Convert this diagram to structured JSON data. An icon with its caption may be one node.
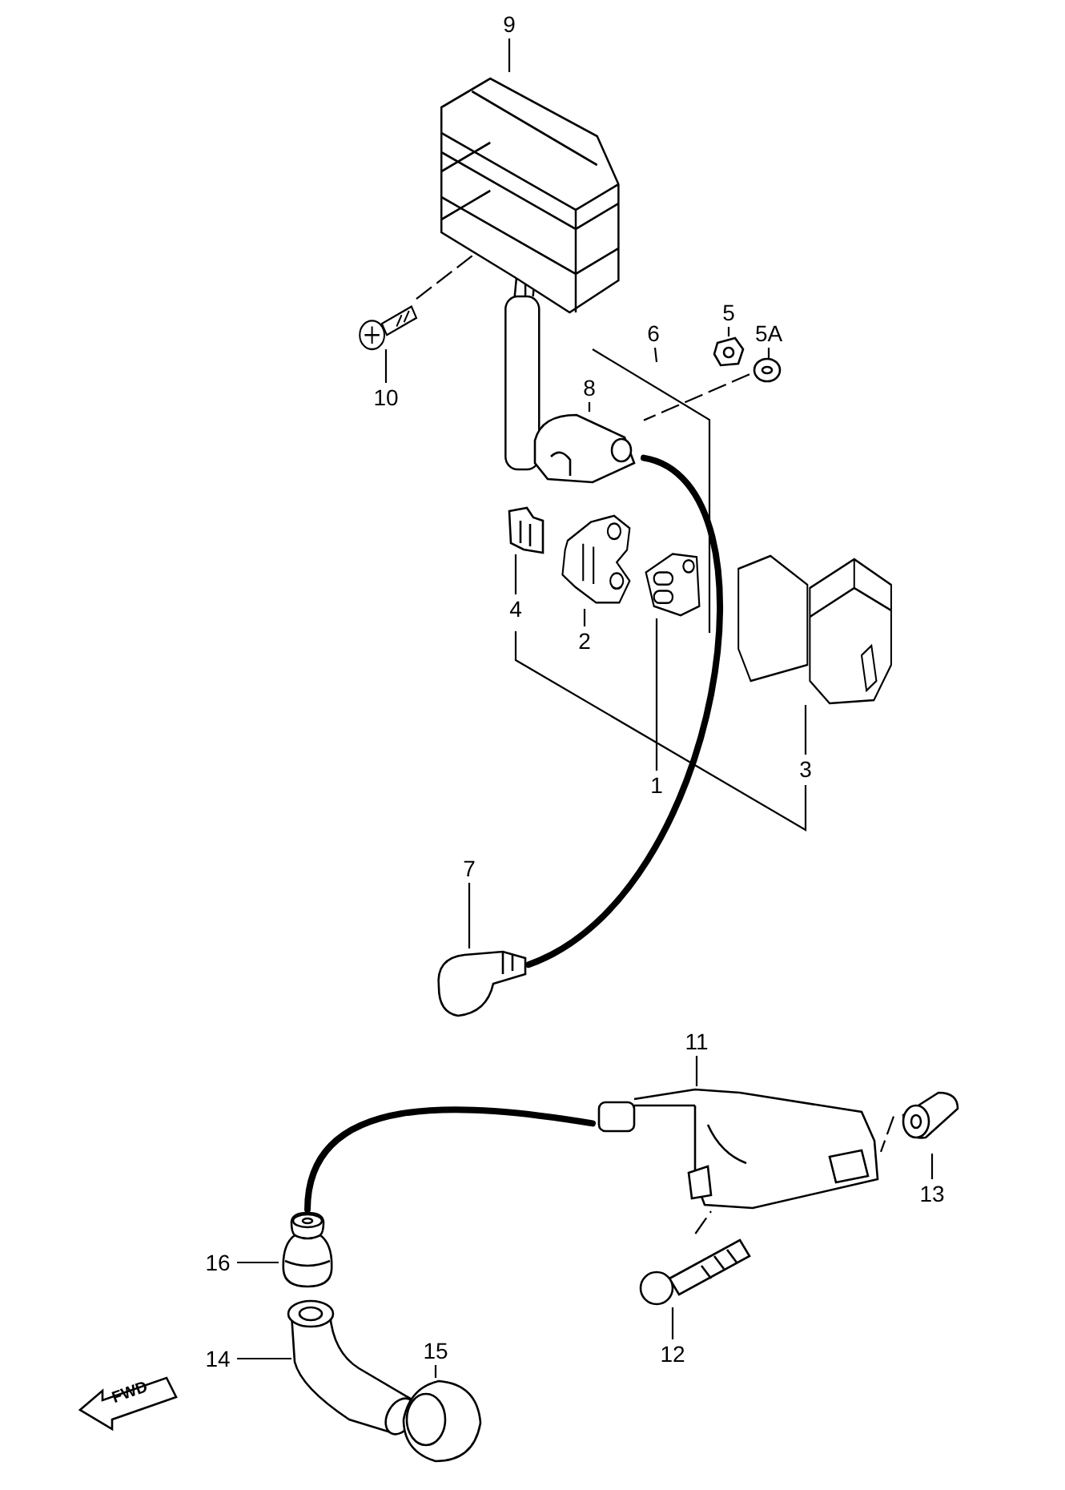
{
  "diagram": {
    "nodes": [
      {
        "text": [
          "9"
        ]
      },
      {
        "text": [],
        "shape": "picture"
      },
      {
        "text": [
          "10"
        ]
      },
      {
        "text": [],
        "shape": "picture"
      },
      {
        "text": [
          "6"
        ]
      },
      {
        "text": [
          "5"
        ]
      },
      {
        "text": [],
        "shape": "picture"
      },
      {
        "text": [
          "5A"
        ]
      },
      {
        "text": [],
        "shape": "picture"
      },
      {
        "text": [
          "8"
        ]
      },
      {
        "text": [],
        "shape": "picture"
      },
      {
        "text": [
          "4"
        ]
      },
      {
        "text": [],
        "shape": "picture"
      },
      {
        "text": [
          "2"
        ]
      },
      {
        "text": [],
        "shape": "picture"
      },
      {
        "text": [
          "1"
        ]
      },
      {
        "text": [],
        "shape": "picture"
      },
      {
        "text": [
          "3"
        ]
      },
      {
        "text": [],
        "shape": "picture"
      },
      {
        "text": [
          "7"
        ]
      },
      {
        "text": [],
        "shape": "picture"
      },
      {
        "text": [
          "11"
        ]
      },
      {
        "text": [],
        "shape": "picture"
      },
      {
        "text": [
          "13"
        ]
      },
      {
        "text": [],
        "shape": "picture"
      },
      {
        "text": [
          "16"
        ]
      },
      {
        "text": [],
        "shape": "picture"
      },
      {
        "text": [
          "12"
        ]
      },
      {
        "text": [],
        "shape": "picture"
      },
      {
        "text": [
          "14"
        ]
      },
      {
        "text": [],
        "shape": "picture"
      },
      {
        "text": [
          "15"
        ]
      },
      {
        "text": [],
        "shape": "picture"
      }
    ],
    "edges": [
      {
        "from": 0,
        "to": 1,
        "arrow": "none"
      },
      {
        "from": 2,
        "to": 3,
        "arrow": "none"
      },
      {
        "from": 4,
        "to": null,
        "arrow": "none"
      },
      {
        "from": 5,
        "to": 6,
        "arrow": "none"
      },
      {
        "from": 7,
        "to": 8,
        "arrow": "none"
      },
      {
        "from": 9,
        "to": 10,
        "arrow": "none"
      },
      {
        "from": 11,
        "to": 12,
        "arrow": "none"
      },
      {
        "from": 13,
        "to": 14,
        "arrow": "none"
      },
      {
        "from": 15,
        "to": 16,
        "arrow": "none"
      },
      {
        "from": 17,
        "to": 18,
        "arrow": "none"
      },
      {
        "from": 19,
        "to": 20,
        "arrow": "none"
      },
      {
        "from": 21,
        "to": 22,
        "arrow": "none"
      },
      {
        "from": 23,
        "to": 24,
        "arrow": "none"
      },
      {
        "from": 25,
        "to": 26,
        "arrow": "none"
      },
      {
        "from": 27,
        "to": 28,
        "arrow": "none"
      },
      {
        "from": 29,
        "to": 30,
        "arrow": "none"
      },
      {
        "from": 31,
        "to": 32,
        "arrow": "none"
      },
      {
        "from": 10,
        "to": 20,
        "arrow": "none",
        "style": "thick"
      },
      {
        "from": 22,
        "to": 26,
        "arrow": "none",
        "style": "thick"
      },
      {
        "from": 3,
        "to": 1,
        "arrow": "none",
        "style": "dashed"
      },
      {
        "from": 8,
        "to": 10,
        "arrow": "none",
        "style": "dashed"
      },
      {
        "from": 28,
        "to": 22,
        "arrow": "none",
        "style": "dashed"
      },
      {
        "from": 24,
        "to": 22,
        "arrow": "none",
        "style": "dashed"
      }
    ],
    "labels": [
      "FWD"
    ]
  }
}
